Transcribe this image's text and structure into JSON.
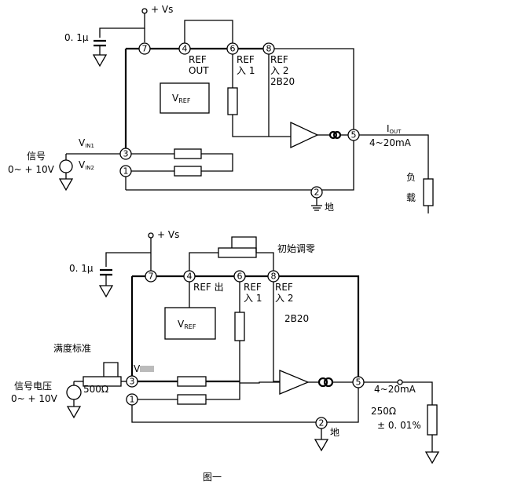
{
  "diagrams": [
    {
      "vs": "+ Vs",
      "cap": "0. 1μ",
      "pins": [
        "7",
        "4",
        "6",
        "8",
        "3",
        "1",
        "5",
        "2"
      ],
      "ref_out": [
        "REF",
        "OUT"
      ],
      "ref_in1": [
        "REF",
        "入 1"
      ],
      "ref_in2": [
        "REF",
        "入 2",
        "2B20"
      ],
      "vref": [
        "V",
        "REF"
      ],
      "vin1": [
        "V",
        "IN1"
      ],
      "vin2": [
        "V",
        "IN2"
      ],
      "signal": [
        "信号",
        "0~ + 10V"
      ],
      "iout": [
        "I",
        "OUT"
      ],
      "range": "4~20mA",
      "load": [
        "负",
        "载"
      ],
      "ground": "地"
    },
    {
      "vs": "+ Vs",
      "cap": "0. 1μ",
      "zero_adj": "初始调零",
      "pins": [
        "7",
        "4",
        "6",
        "8",
        "3",
        "1",
        "5",
        "2"
      ],
      "ref_out": "REF 出",
      "ref_in1": [
        "REF",
        "入 1"
      ],
      "ref_in2": [
        "REF",
        "入 2"
      ],
      "model": "2B20",
      "vref": [
        "V",
        "REF"
      ],
      "vin": "V",
      "fullscale": "满度标准",
      "signal": [
        "信号电压",
        "0~ + 10V"
      ],
      "pot": "500Ω",
      "range": "4~20mA",
      "load": [
        "250Ω",
        "± 0. 01%"
      ],
      "ground": "地"
    }
  ],
  "caption": "图一"
}
